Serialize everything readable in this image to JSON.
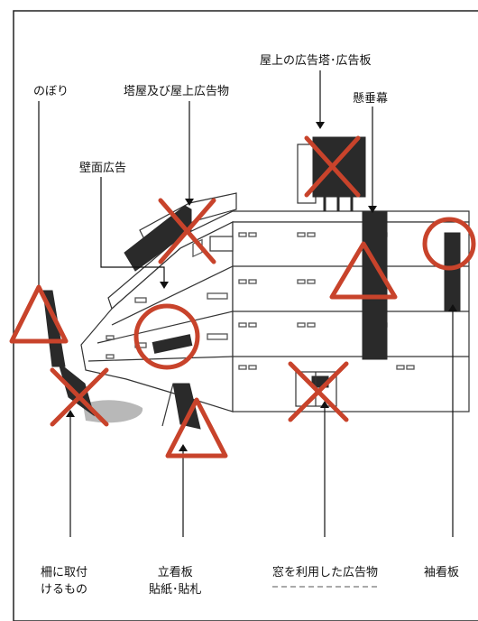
{
  "labels": {
    "nobori": "のぼり",
    "tower_rooftop": "塔屋及び屋上広告物",
    "rooftop_tower_board": "屋上の広告塔･広告板",
    "hanging_curtain": "懸垂幕",
    "wall_ad": "壁面広告",
    "fence_line1": "柵に取付",
    "fence_line2": "けるもの",
    "stand_line1": "立看板",
    "stand_line2": "貼紙･貼札",
    "window_ad": "窓を利用した広告物",
    "projecting_sign": "袖看板"
  },
  "colors": {
    "mark": "#c8432b",
    "sign": "#2a2a2a",
    "outline": "#333333",
    "window": "#555555",
    "shadow": "#b8b8b8"
  },
  "marks": {
    "rooftop_tower_board": "cross",
    "tower_rooftop": "cross",
    "hanging_curtain": "triangle",
    "projecting_sign": "circle",
    "wall_ad": "circle",
    "nobori": "triangle",
    "fence": "cross",
    "stand_sign": "triangle",
    "window_ad": "cross"
  }
}
